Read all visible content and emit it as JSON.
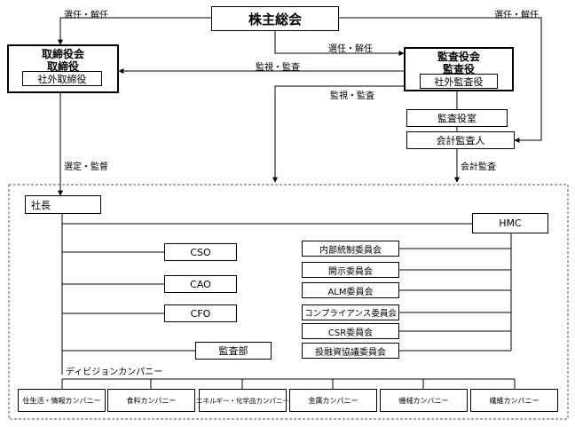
{
  "shareholders_meeting": "株主総会",
  "board": {
    "title1": "取締役会",
    "title2": "取締役",
    "outside": "社外取締役"
  },
  "audit_board": {
    "title1": "監査役会",
    "title2": "監査役",
    "outside": "社外監査役"
  },
  "audit_office": "監査役室",
  "accounting_auditor": "会計監査人",
  "president": "社長",
  "hmc": "HMC",
  "officers": [
    "CSO",
    "CAO",
    "CFO"
  ],
  "audit_dept": "監査部",
  "committees": [
    "内部統制委員会",
    "開示委員会",
    "ALM委員会",
    "コンプライアンス委員会",
    "CSR委員会",
    "投融資協議委員会"
  ],
  "division_label": "ディビジョンカンパニー",
  "companies": [
    "住生活・情報カンパニー",
    "食料カンパニー",
    "エネルギー・化学品カンパニー",
    "金属カンパニー",
    "機械カンパニー",
    "繊維カンパニー"
  ],
  "labels": {
    "appoint_dismiss": "選任・解任",
    "supervise_audit": "監視・監査",
    "select_supervise": "選定・監督",
    "accounting_audit": "会計監査"
  }
}
